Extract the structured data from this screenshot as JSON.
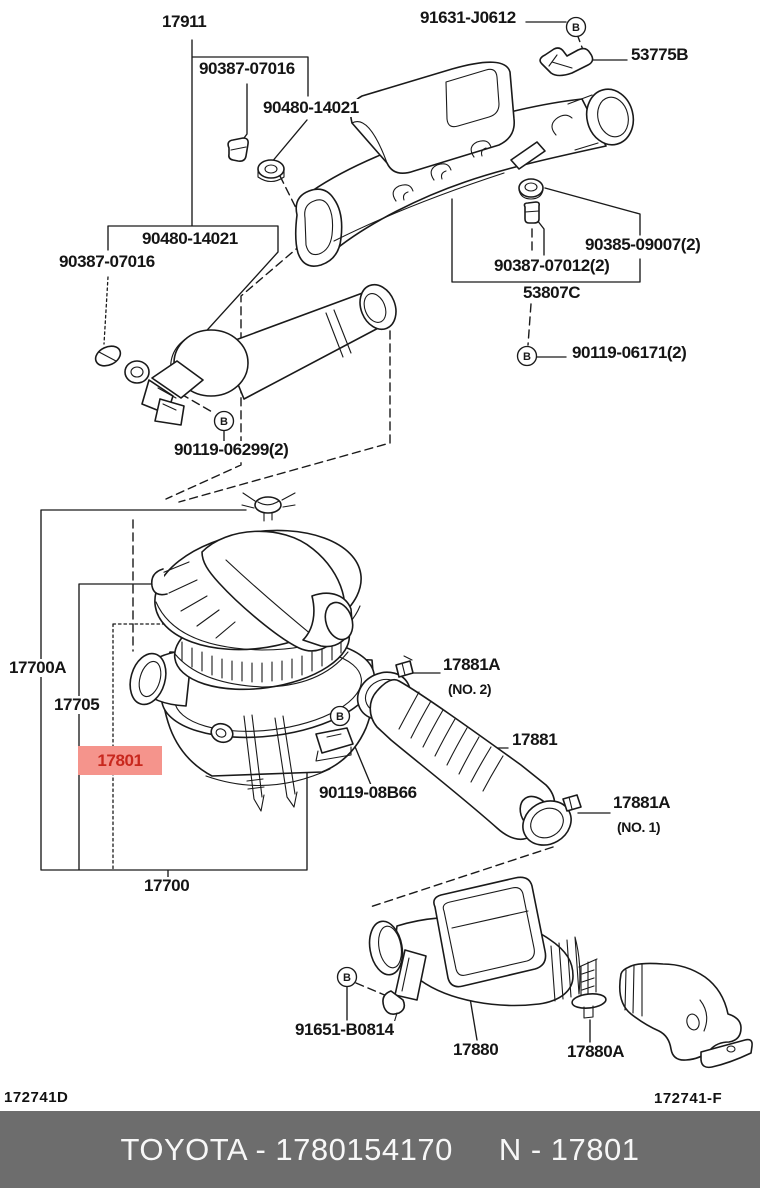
{
  "page": {
    "background": "#ffffff",
    "line_color": "#1a1a1a"
  },
  "markers": {
    "b_letter": "B"
  },
  "labels": {
    "p17911": "17911",
    "p90387_07016_a": "90387-07016",
    "p90480_14021_a": "90480-14021",
    "p91631_j0612": "91631-J0612",
    "p53775b": "53775B",
    "p90480_14021_b": "90480-14021",
    "p90387_07016_b": "90387-07016",
    "p90385_09007": "90385-09007(2)",
    "p90387_07012": "90387-07012(2)",
    "p53807c": "53807C",
    "p90119_06171": "90119-06171(2)",
    "p90119_06299": "90119-06299(2)",
    "p17700a": "17700A",
    "p17705": "17705",
    "p17881a_2": "17881A",
    "pno2": "(NO. 2)",
    "p17881": "17881",
    "p90119_08b66": "90119-08B66",
    "p17881a_1": "17881A",
    "pno1": "(NO. 1)",
    "p17700": "17700",
    "p91651_b0814": "91651-B0814",
    "p17880": "17880",
    "p17880a": "17880A"
  },
  "highlight": {
    "part": "17801",
    "bg": "#f5948c",
    "fg": "#c8281e"
  },
  "footer": {
    "code_left": "172741D",
    "code_right": "172741-F",
    "banner_left": "TOYOTA - 1780154170",
    "banner_right": "N - 17801",
    "banner_bg": "#6d6d6d",
    "banner_fg": "#f7f7f7"
  }
}
